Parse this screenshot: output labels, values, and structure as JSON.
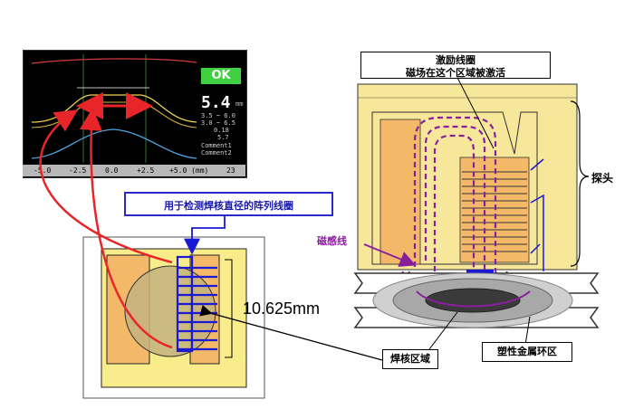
{
  "scope": {
    "status": "OK",
    "value": "5.4",
    "unit": "mm",
    "readouts": [
      "3.5 ~ 6.0",
      "3.0 ~ 6.5",
      "0.18",
      "5.7",
      "Comment1",
      "Comment2"
    ],
    "axis_ticks": [
      "-5.0",
      "-2.5",
      "0.0",
      "+2.5",
      "+5.0 (mm)"
    ],
    "page_number": "23"
  },
  "labels": {
    "array_coil": "用于检测焊核直径的阵列线圈",
    "dimension": "10.625mm",
    "excitation_coil": "激励线圈",
    "excitation_note": "磁场在这个区域被激活",
    "probe": "探头",
    "flux_lines": "磁感线",
    "nugget_zone": "焊核区域",
    "plastic_ring": "塑性金属环区"
  },
  "colors": {
    "arrow_red": "#e8262a",
    "coil_blue": "#1a1ad4",
    "flux_purple": "#8a1f9e",
    "probe_yellow": "#f7e79a",
    "pad_orange": "#f3b968"
  }
}
